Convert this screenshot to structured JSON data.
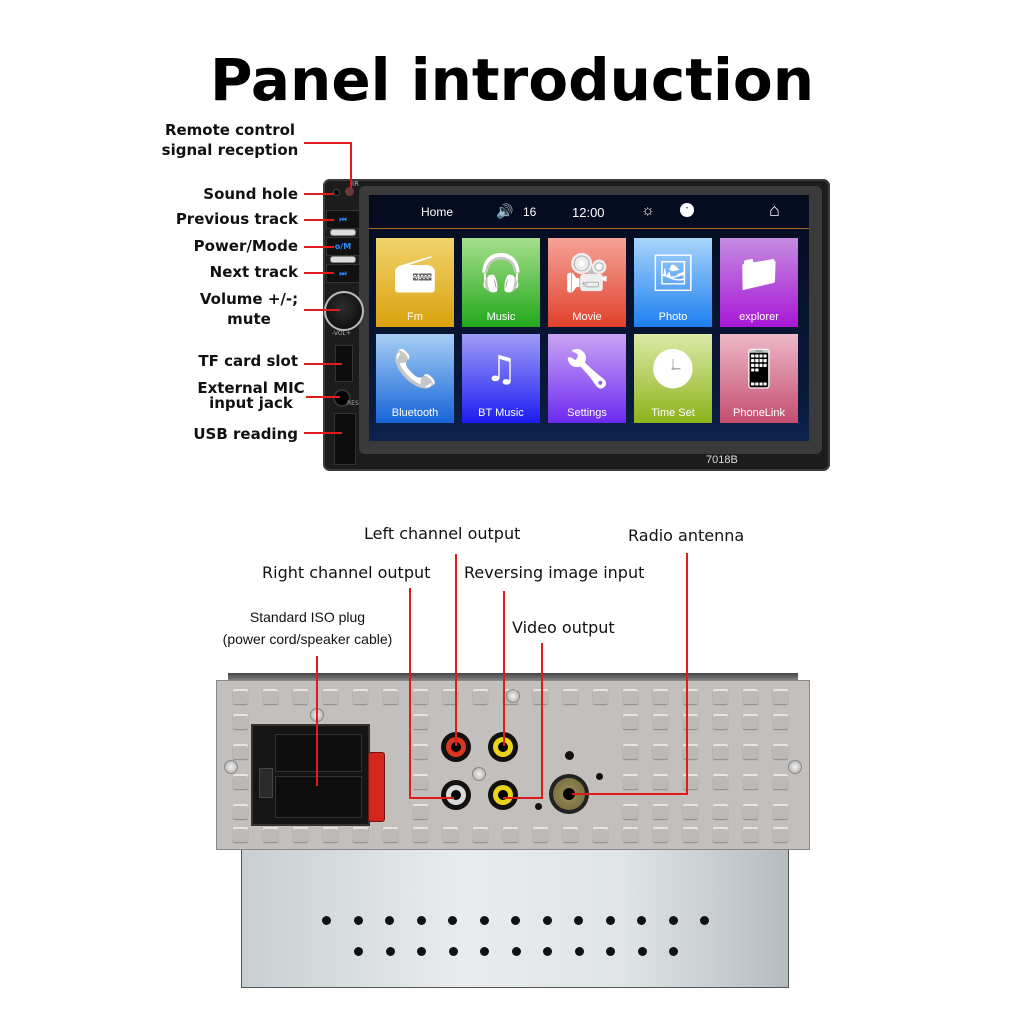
{
  "title": "Panel introduction",
  "front_labels": {
    "remote": [
      "Remote control",
      "signal reception"
    ],
    "sound_hole": "Sound hole",
    "previous_track": "Previous track",
    "power_mode": "Power/Mode",
    "next_track": "Next track",
    "volume": [
      "Volume +/-;",
      "mute"
    ],
    "tf_card": "TF card slot",
    "mic": [
      "External MIC",
      "input jack"
    ],
    "usb": "USB reading"
  },
  "device": {
    "side_buttons": {
      "prev": "⏮",
      "power": "o/M",
      "next": "⏭",
      "vol": "-VOL+",
      "res": "RES",
      "ir": "IR"
    },
    "statusbar": {
      "home": "Home",
      "volume": "16",
      "time": "12:00",
      "brightness_icon": "sun-icon",
      "bt_icon": "bluetooth-icon",
      "home_icon": "house-icon"
    },
    "tiles": [
      {
        "label": "Fm",
        "icon": "radio-icon",
        "color_top": "#f2d36d",
        "color_bottom": "#d9a20e"
      },
      {
        "label": "Music",
        "icon": "headphones-icon",
        "color_top": "#a6df8d",
        "color_bottom": "#22a81b"
      },
      {
        "label": "Movie",
        "icon": "video-camera-icon",
        "color_top": "#f5a397",
        "color_bottom": "#e0412c"
      },
      {
        "label": "Photo",
        "icon": "photo-icon",
        "color_top": "#a8d4fb",
        "color_bottom": "#1e7ff0"
      },
      {
        "label": "explorer",
        "icon": "folder-icon",
        "color_top": "#c48be0",
        "color_bottom": "#a817d6"
      },
      {
        "label": "Bluetooth",
        "icon": "bluetooth-phone-icon",
        "color_top": "#a7cff5",
        "color_bottom": "#1564d8"
      },
      {
        "label": "BT Music",
        "icon": "bt-music-icon",
        "color_top": "#9e9df7",
        "color_bottom": "#1d1cf0"
      },
      {
        "label": "Settings",
        "icon": "tools-icon",
        "color_top": "#caa3f5",
        "color_bottom": "#6d2af0"
      },
      {
        "label": "Time Set",
        "icon": "clock-icon",
        "color_top": "#dbeaa7",
        "color_bottom": "#8db21b"
      },
      {
        "label": "PhoneLink",
        "icon": "phone-link-icon",
        "color_top": "#eeb8c9",
        "color_bottom": "#c44d70"
      }
    ],
    "model": "7018B"
  },
  "rear_labels": {
    "left_channel": "Left channel output",
    "radio_antenna": "Radio antenna",
    "right_channel": "Right channel output",
    "reversing": "Reversing image input",
    "iso": [
      "Standard ISO plug",
      "(power cord/speaker cable)"
    ],
    "video": "Video output"
  },
  "colors": {
    "callout_line": "#e01b1b",
    "rca_red": "#d8381f",
    "rca_white": "#d9d9d9",
    "rca_yellow": "#e8d21a"
  }
}
